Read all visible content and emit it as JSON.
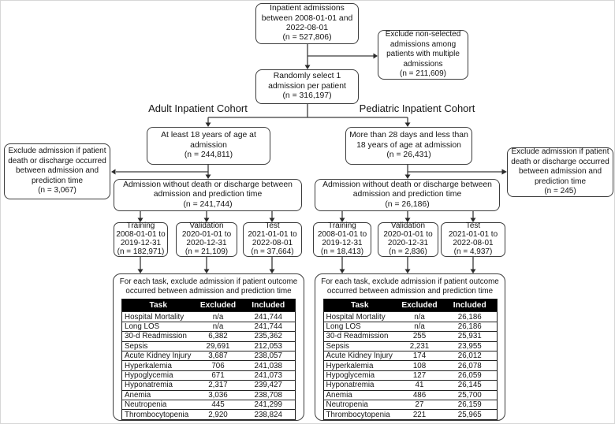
{
  "colors": {
    "box_border": "#3c3c3c",
    "connector": "#3a3a3a",
    "table_header_bg": "#000000",
    "table_header_text": "#ffffff",
    "background": "#ffffff"
  },
  "flow": {
    "inpatient_box": "Inpatient admissions\nbetween 2008-01-01 and\n2022-08-01\n(n = 527,806)",
    "exclude_multiple_box": "Exclude non-selected\nadmissions among\npatients with multiple\nadmissions\n(n = 211,609)",
    "random_select_box": "Randomly select 1\nadmission per patient\n(n = 316,197)"
  },
  "cohorts": [
    {
      "label": "Adult Inpatient Cohort",
      "age_box": "At least 18 years of age at\nadmission\n(n = 244,811)",
      "exclude_box": "Exclude admission if patient\ndeath or discharge occurred\nbetween admission and\nprediction time\n(n = 3,067)",
      "admission_box": "Admission without death or discharge between\nadmission and prediction time\n(n = 241,744)",
      "splits": [
        {
          "text": "Training\n2008-01-01 to\n2019-12-31\n(n = 182,971)"
        },
        {
          "text": "Validation\n2020-01-01 to\n2020-12-31\n(n = 21,109)"
        },
        {
          "text": "Test\n2021-01-01 to\n2022-08-01\n(n = 37,664)"
        }
      ],
      "task_note": "For each task, exclude admission if patient outcome\noccurred between admission and prediction time",
      "table": {
        "headers": [
          "Task",
          "Excluded",
          "Included"
        ],
        "rows": [
          {
            "task": "Hospital Mortality",
            "excluded": "n/a",
            "included": "241,744"
          },
          {
            "task": "Long LOS",
            "excluded": "n/a",
            "included": "241,744"
          },
          {
            "task": "30-d Readmission",
            "excluded": "6,382",
            "included": "235,362"
          },
          {
            "task": "Sepsis",
            "excluded": "29,691",
            "included": "212,053"
          },
          {
            "task": "Acute Kidney Injury",
            "excluded": "3,687",
            "included": "238,057"
          },
          {
            "task": "Hyperkalemia",
            "excluded": "706",
            "included": "241,038"
          },
          {
            "task": "Hypoglycemia",
            "excluded": "671",
            "included": "241,073"
          },
          {
            "task": "Hyponatremia",
            "excluded": "2,317",
            "included": "239,427"
          },
          {
            "task": "Anemia",
            "excluded": "3,036",
            "included": "238,708"
          },
          {
            "task": "Neutropenia",
            "excluded": "445",
            "included": "241,299"
          },
          {
            "task": "Thrombocytopenia",
            "excluded": "2,920",
            "included": "238,824"
          }
        ]
      }
    },
    {
      "label": "Pediatric Inpatient Cohort",
      "age_box": "More than 28 days and less than\n18 years of age at admission\n(n = 26,431)",
      "exclude_box": "Exclude admission if patient\ndeath or discharge occurred\nbetween admission and\nprediction time\n(n = 245)",
      "admission_box": "Admission without death or discharge between\nadmission and prediction time\n(n = 26,186)",
      "splits": [
        {
          "text": "Training\n2008-01-01 to\n2019-12-31\n(n = 18,413)"
        },
        {
          "text": "Validation\n2020-01-01 to\n2020-12-31\n(n = 2,836)"
        },
        {
          "text": "Test\n2021-01-01 to\n2022-08-01\n(n = 4,937)"
        }
      ],
      "task_note": "For each task, exclude admission if patient outcome\noccurred between admission and prediction time",
      "table": {
        "headers": [
          "Task",
          "Excluded",
          "Included"
        ],
        "rows": [
          {
            "task": "Hospital Mortality",
            "excluded": "n/a",
            "included": "26,186"
          },
          {
            "task": "Long LOS",
            "excluded": "n/a",
            "included": "26,186"
          },
          {
            "task": "30-d Readmission",
            "excluded": "255",
            "included": "25,931"
          },
          {
            "task": "Sepsis",
            "excluded": "2,231",
            "included": "23,955"
          },
          {
            "task": "Acute Kidney Injury",
            "excluded": "174",
            "included": "26,012"
          },
          {
            "task": "Hyperkalemia",
            "excluded": "108",
            "included": "26,078"
          },
          {
            "task": "Hypoglycemia",
            "excluded": "127",
            "included": "26,059"
          },
          {
            "task": "Hyponatremia",
            "excluded": "41",
            "included": "26,145"
          },
          {
            "task": "Anemia",
            "excluded": "486",
            "included": "25,700"
          },
          {
            "task": "Neutropenia",
            "excluded": "27",
            "included": "26,159"
          },
          {
            "task": "Thrombocytopenia",
            "excluded": "221",
            "included": "25,965"
          }
        ]
      }
    }
  ]
}
